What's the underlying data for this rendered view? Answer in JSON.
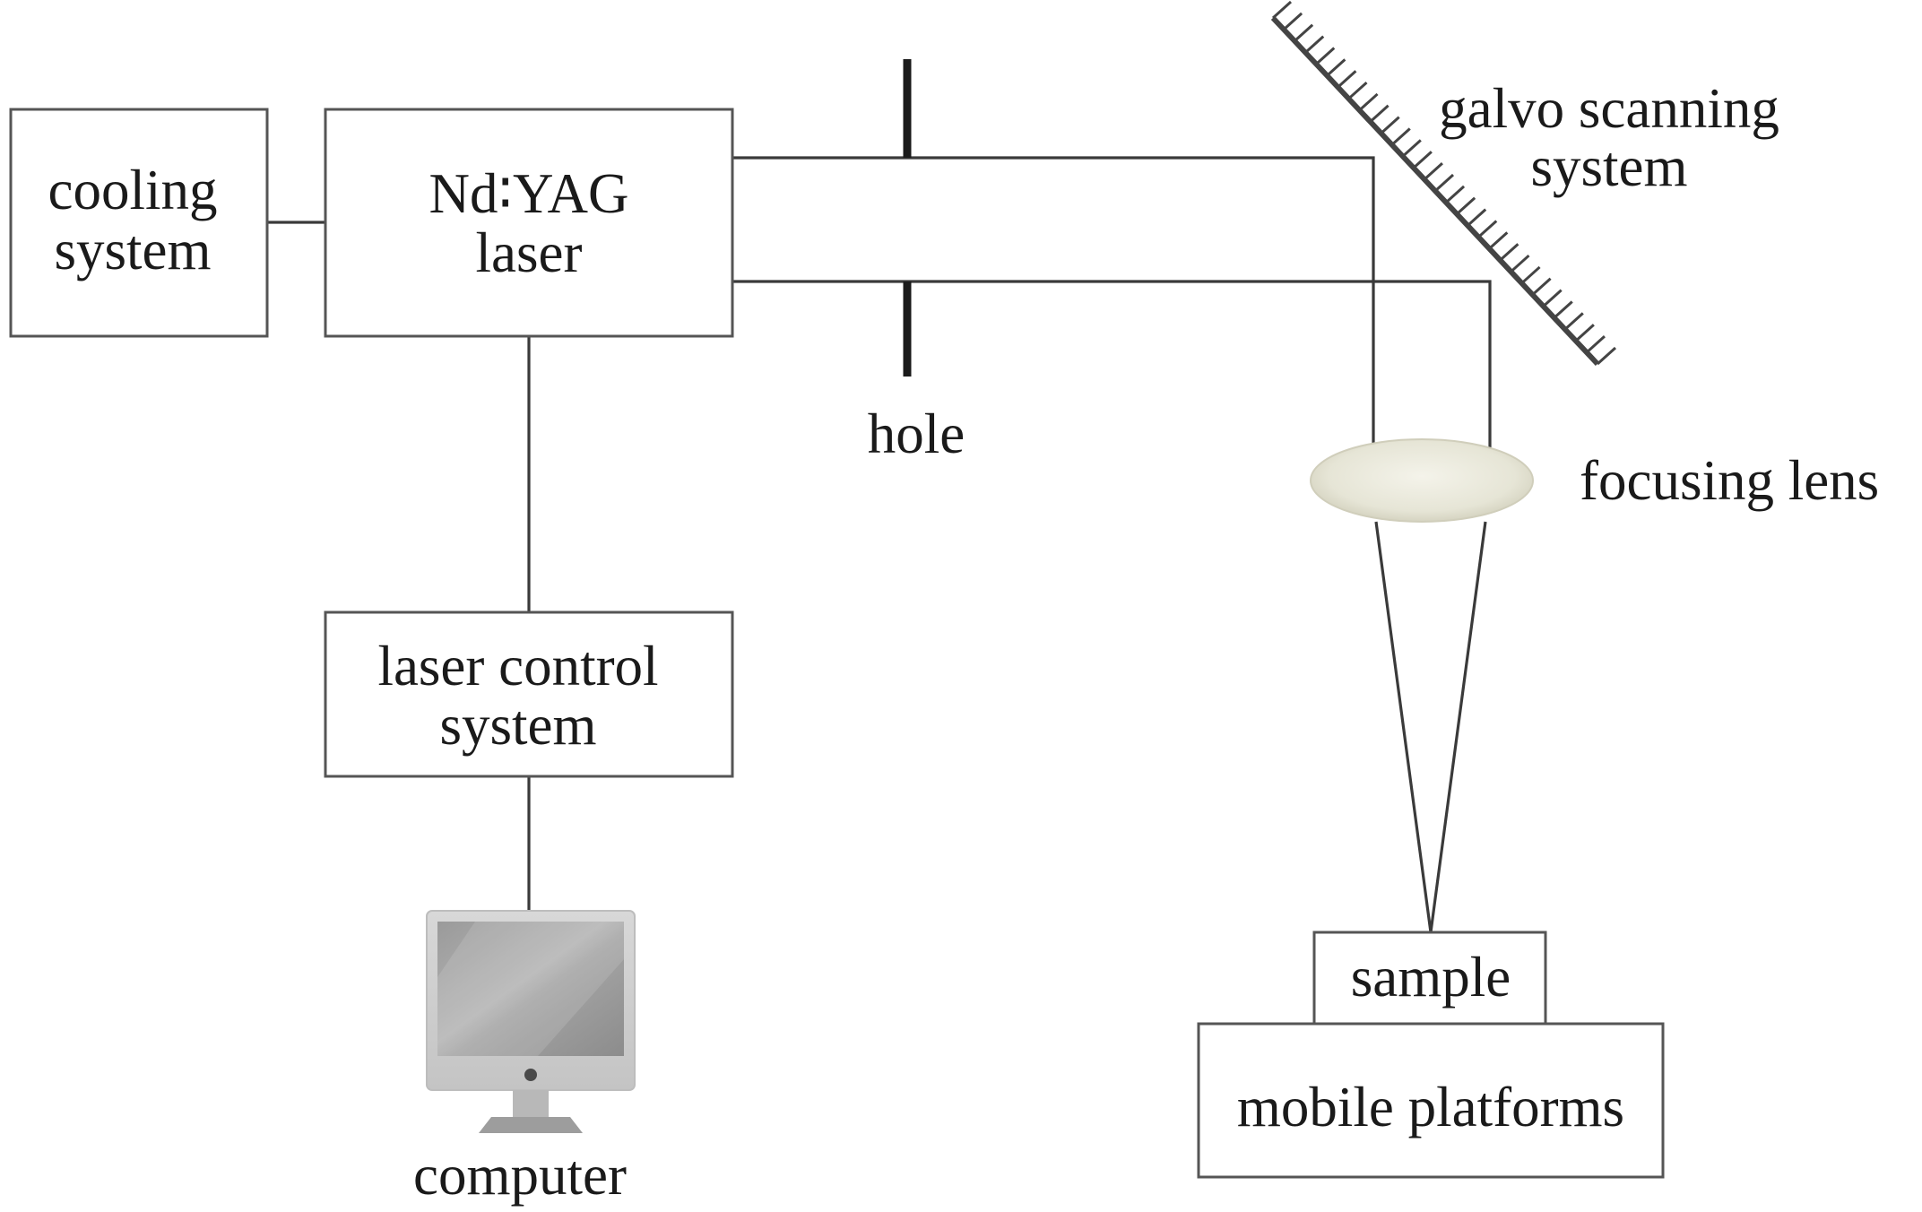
{
  "components": {
    "cooling_system": {
      "line1": "cooling",
      "line2": "system"
    },
    "laser": {
      "line1": "Nd∶YAG",
      "line2": "laser"
    },
    "laser_control_system": {
      "line1": "laser control",
      "line2": "system"
    },
    "computer": {
      "label": "computer"
    },
    "hole": {
      "label": "hole"
    },
    "galvo_scanning_system": {
      "line1": "galvo scanning",
      "line2": "system"
    },
    "focusing_lens": {
      "label": "focusing lens"
    },
    "sample": {
      "label": "sample"
    },
    "mobile_platforms": {
      "label": "mobile platforms"
    }
  },
  "colors": {
    "box_stroke": "#555555",
    "wire": "#3a3a3a",
    "lens_fill": "#e8e7d9",
    "mirror": "#444444"
  }
}
